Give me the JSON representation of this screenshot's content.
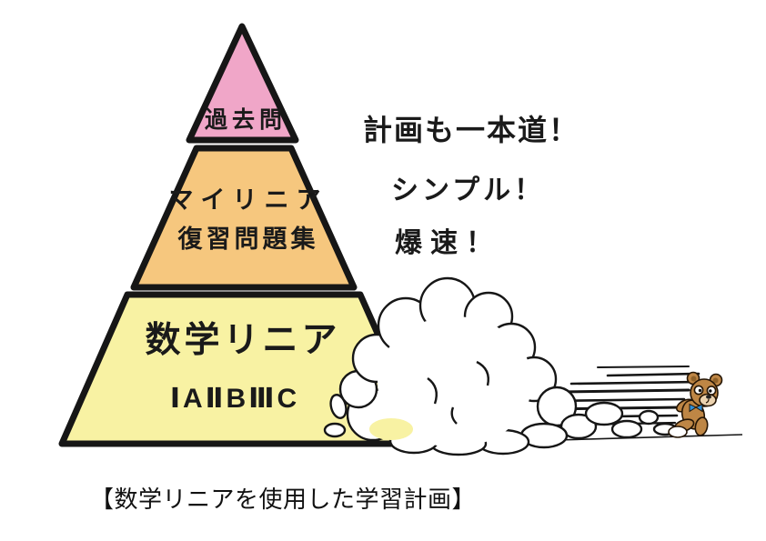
{
  "pyramid": {
    "tiers": [
      {
        "lines": [
          "過去問"
        ],
        "color": "#F0A6C8"
      },
      {
        "lines": [
          "マイリニア",
          "復習問題集"
        ],
        "color": "#F6C77E"
      },
      {
        "lines": [
          "数学リニア",
          "ⅠAⅡBⅢC"
        ],
        "color": "#F8F2A3"
      }
    ]
  },
  "slogans": [
    "計画も一本道！",
    "シンプル！",
    "爆速！"
  ],
  "caption": "【数学リニアを使用した学習計画】",
  "colors": {
    "outline": "#161616",
    "cloud_fill": "#FFFFFF",
    "bear_fur": "#BE8645",
    "bear_fur_dark": "#8F6128",
    "bear_muzzle": "#EBD2AF",
    "bear_nose": "#222222",
    "bowtie_blue": "#2E8FD8",
    "eye_white": "#FFFFFF",
    "pupil": "#111111"
  }
}
